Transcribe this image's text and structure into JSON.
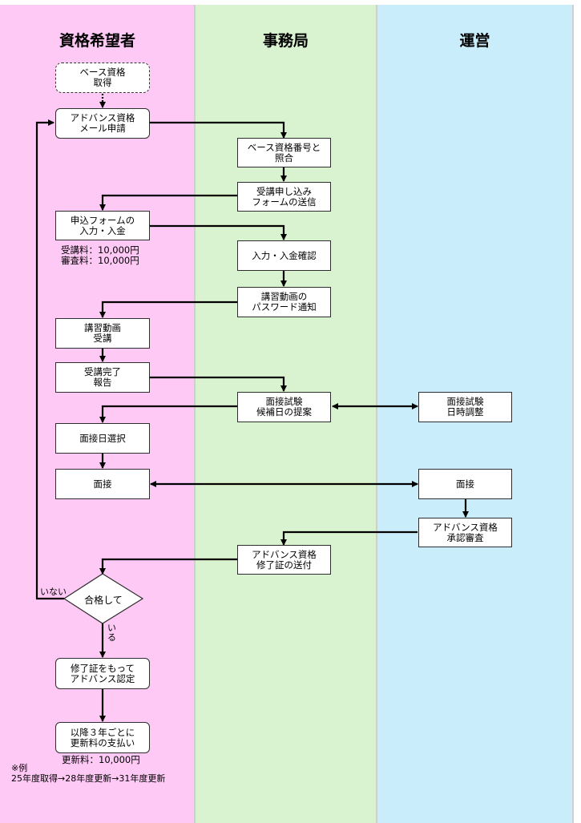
{
  "lanes": {
    "applicant": "資格希望者",
    "office": "事務局",
    "operations": "運営"
  },
  "steps": {
    "base_qualification": "ベース資格\n取得",
    "mail_apply": "アドバンス資格\nメール申請",
    "check_number": "ベース資格番号と\n照合",
    "send_form": "受講申し込み\nフォームの送信",
    "form_input": "申込フォームの\n入力・入金",
    "payment_confirm": "入力・入金確認",
    "password_notice": "講習動画の\nパスワード通知",
    "watch_video": "講習動画\n受講",
    "completion_report": "受講完了\n報告",
    "propose_dates": "面接試験\n候補日の提案",
    "schedule_adjust": "面接試験\n日時調整",
    "select_date": "面接日選択",
    "interview_applicant": "面接",
    "interview_ops": "面接",
    "approval_review": "アドバンス資格\n承認審査",
    "send_certificate": "アドバンス資格\n修了証の送付",
    "passed_question": "合格して",
    "certified": "修了証をもって\nアドバンス認定",
    "renewal_payment": "以降３年ごとに\n更新料の支払い"
  },
  "labels": {
    "no": "いない",
    "yes": "い\nる"
  },
  "notes": {
    "fees": "受講料：10,000円\n審査料：10,000円",
    "renewal_fee": "更新料：10,000円",
    "example": "※例\n25年度取得→28年度更新→31年度更新"
  }
}
